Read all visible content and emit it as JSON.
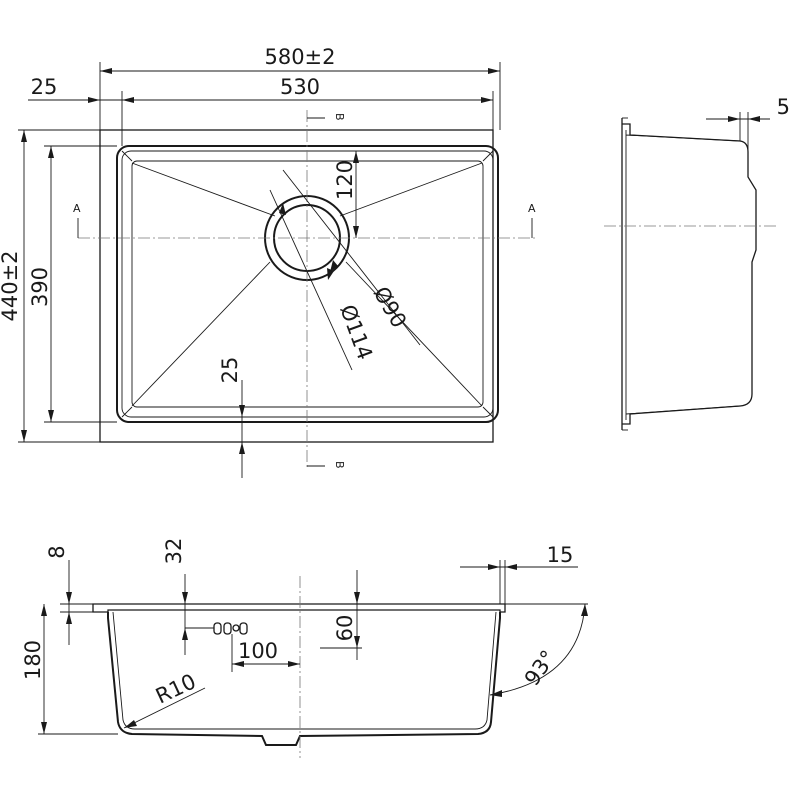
{
  "drawing": {
    "top_view": {
      "overall_width": "580±2",
      "inner_width": "530",
      "flange": "25",
      "overall_depth": "440±2",
      "inner_depth": "390",
      "drain_offset": "120",
      "drain_diameter": "Ø90",
      "drain_outer_diameter": "Ø114",
      "bottom_flange": "25",
      "section_a": "A",
      "section_b": "B"
    },
    "side_view": {
      "rim": "5"
    },
    "section_view": {
      "flange_thickness": "8",
      "overflow_height": "32",
      "overflow_depth": "60",
      "overflow_offset": "100",
      "corner_radius": "R10",
      "depth": "180",
      "rim_overhang": "15",
      "wall_angle": "93°"
    }
  }
}
